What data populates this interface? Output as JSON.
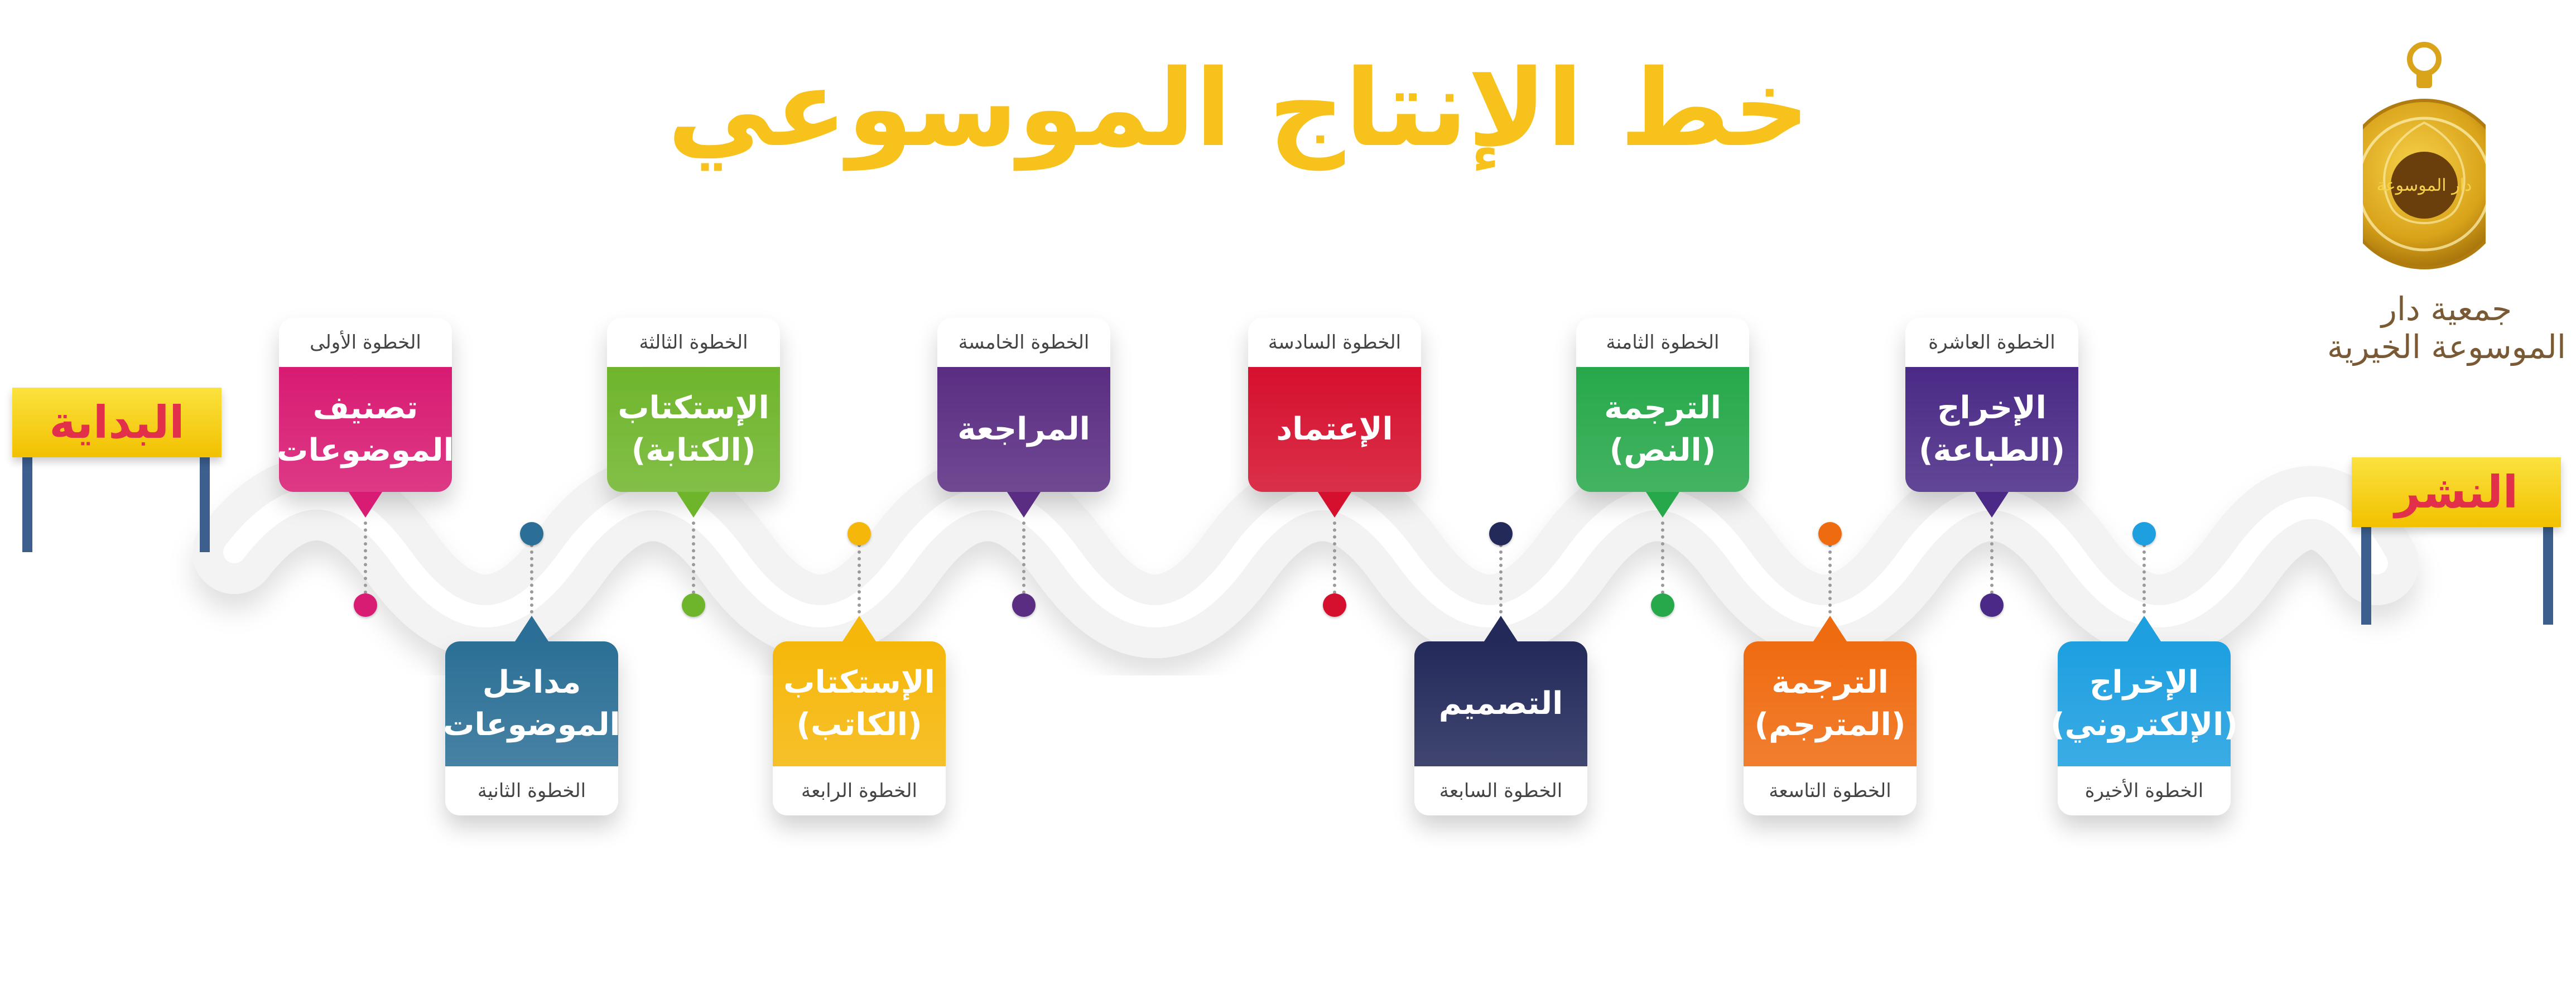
{
  "title": "خط الإنتاج الموسوعي",
  "start_label": "البداية",
  "end_label": "النشر",
  "logo": {
    "org_name": "جمعية دار الموسوعة الخيرية",
    "seal_text": "دار الموسوعة"
  },
  "colors": {
    "title": "#f7c21b",
    "banner": "#f7d21e",
    "banner_text": "#e2304a",
    "post": "#3c5f8d"
  },
  "steps": [
    {
      "step": "الخطوة الأولى",
      "label": "تصنيف\nالموضوعات",
      "color": "#d81b73",
      "position": "top"
    },
    {
      "step": "الخطوة الثانية",
      "label": "مداخل\nالموضوعات",
      "color": "#2b6f96",
      "position": "bottom"
    },
    {
      "step": "الخطوة الثالثة",
      "label": "الإستكتاب\n(الكتابة)",
      "color": "#6fb52c",
      "position": "top"
    },
    {
      "step": "الخطوة الرابعة",
      "label": "الإستكتاب\n(الكاتب)",
      "color": "#f5b70a",
      "position": "bottom"
    },
    {
      "step": "الخطوة الخامسة",
      "label": "المراجعة",
      "color": "#5a2d82",
      "position": "top"
    },
    {
      "step": "الخطوة السادسة",
      "label": "الإعتماد",
      "color": "#d5102e",
      "position": "top"
    },
    {
      "step": "الخطوة السابعة",
      "label": "التصميم",
      "color": "#232a5a",
      "position": "bottom"
    },
    {
      "step": "الخطوة الثامنة",
      "label": "الترجمة\n(النص)",
      "color": "#27a84a",
      "position": "top"
    },
    {
      "step": "الخطوة التاسعة",
      "label": "الترجمة\n(المترجم)",
      "color": "#ef6b10",
      "position": "bottom"
    },
    {
      "step": "الخطوة العاشرة",
      "label": "الإخراج\n(الطباعة)",
      "color": "#4a2a86",
      "position": "top"
    },
    {
      "step": "الخطوة الأخيرة",
      "label": "الإخراج\n(الإلكتروني)",
      "color": "#1d9fe0",
      "position": "bottom"
    }
  ]
}
